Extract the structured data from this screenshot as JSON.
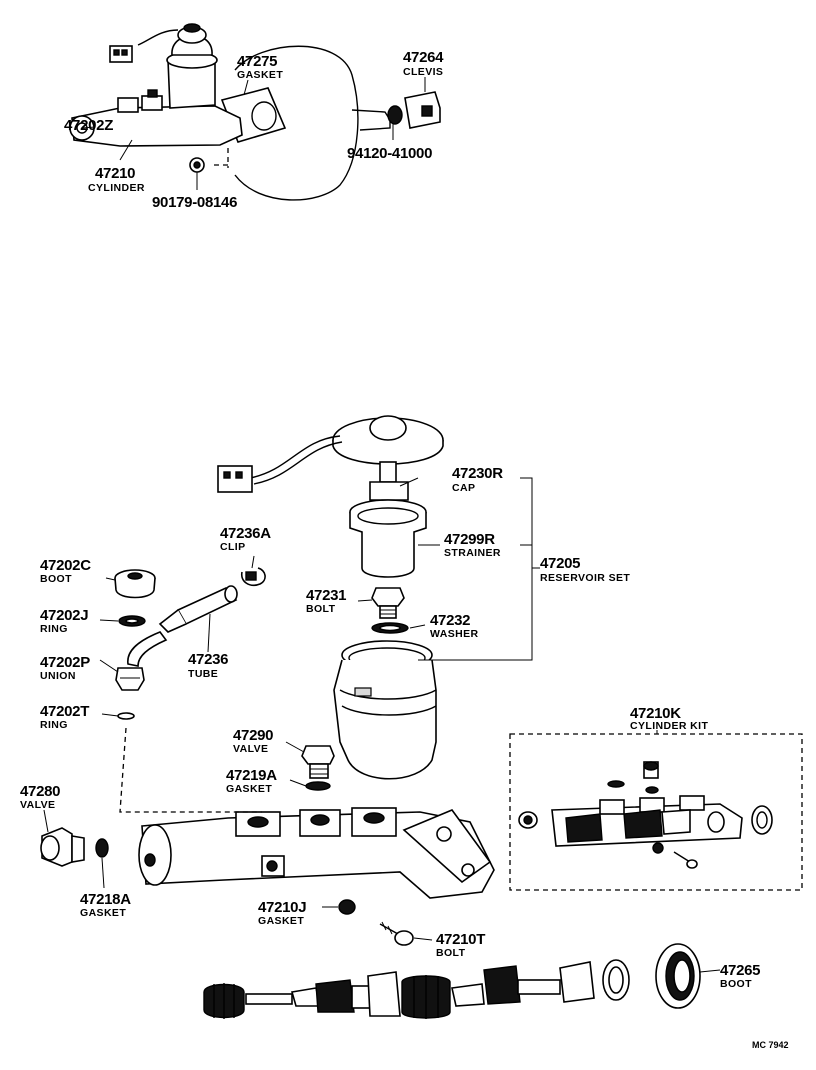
{
  "diagram_code": "MC 7942",
  "parts": {
    "p47275": {
      "number": "47275",
      "name": "GASKET"
    },
    "p47264": {
      "number": "47264",
      "name": "CLEVIS"
    },
    "p47202Z": {
      "number": "47202Z",
      "name": ""
    },
    "p47210": {
      "number": "47210",
      "name": "CYLINDER"
    },
    "p94120": {
      "number": "94120-41000",
      "name": ""
    },
    "p90179": {
      "number": "90179-08146",
      "name": ""
    },
    "p47236A": {
      "number": "47236A",
      "name": "CLIP"
    },
    "p47230R": {
      "number": "47230R",
      "name": "CAP"
    },
    "p47299R": {
      "number": "47299R",
      "name": "STRAINER"
    },
    "p47205": {
      "number": "47205",
      "name": "RESERVOIR SET"
    },
    "p47202C": {
      "number": "47202C",
      "name": "BOOT"
    },
    "p47231": {
      "number": "47231",
      "name": "BOLT"
    },
    "p47232": {
      "number": "47232",
      "name": "WASHER"
    },
    "p47202J": {
      "number": "47202J",
      "name": "RING"
    },
    "p47202P": {
      "number": "47202P",
      "name": "UNION"
    },
    "p47236": {
      "number": "47236",
      "name": "TUBE"
    },
    "p47202T": {
      "number": "47202T",
      "name": "RING"
    },
    "p47210K": {
      "number": "47210K",
      "name": "CYLINDER KIT"
    },
    "p47290": {
      "number": "47290",
      "name": "VALVE"
    },
    "p47219A": {
      "number": "47219A",
      "name": "GASKET"
    },
    "p47280": {
      "number": "47280",
      "name": "VALVE"
    },
    "p47218A": {
      "number": "47218A",
      "name": "GASKET"
    },
    "p47210J": {
      "number": "47210J",
      "name": "GASKET"
    },
    "p47210T": {
      "number": "47210T",
      "name": "BOLT"
    },
    "p47265": {
      "number": "47265",
      "name": "BOOT"
    }
  }
}
